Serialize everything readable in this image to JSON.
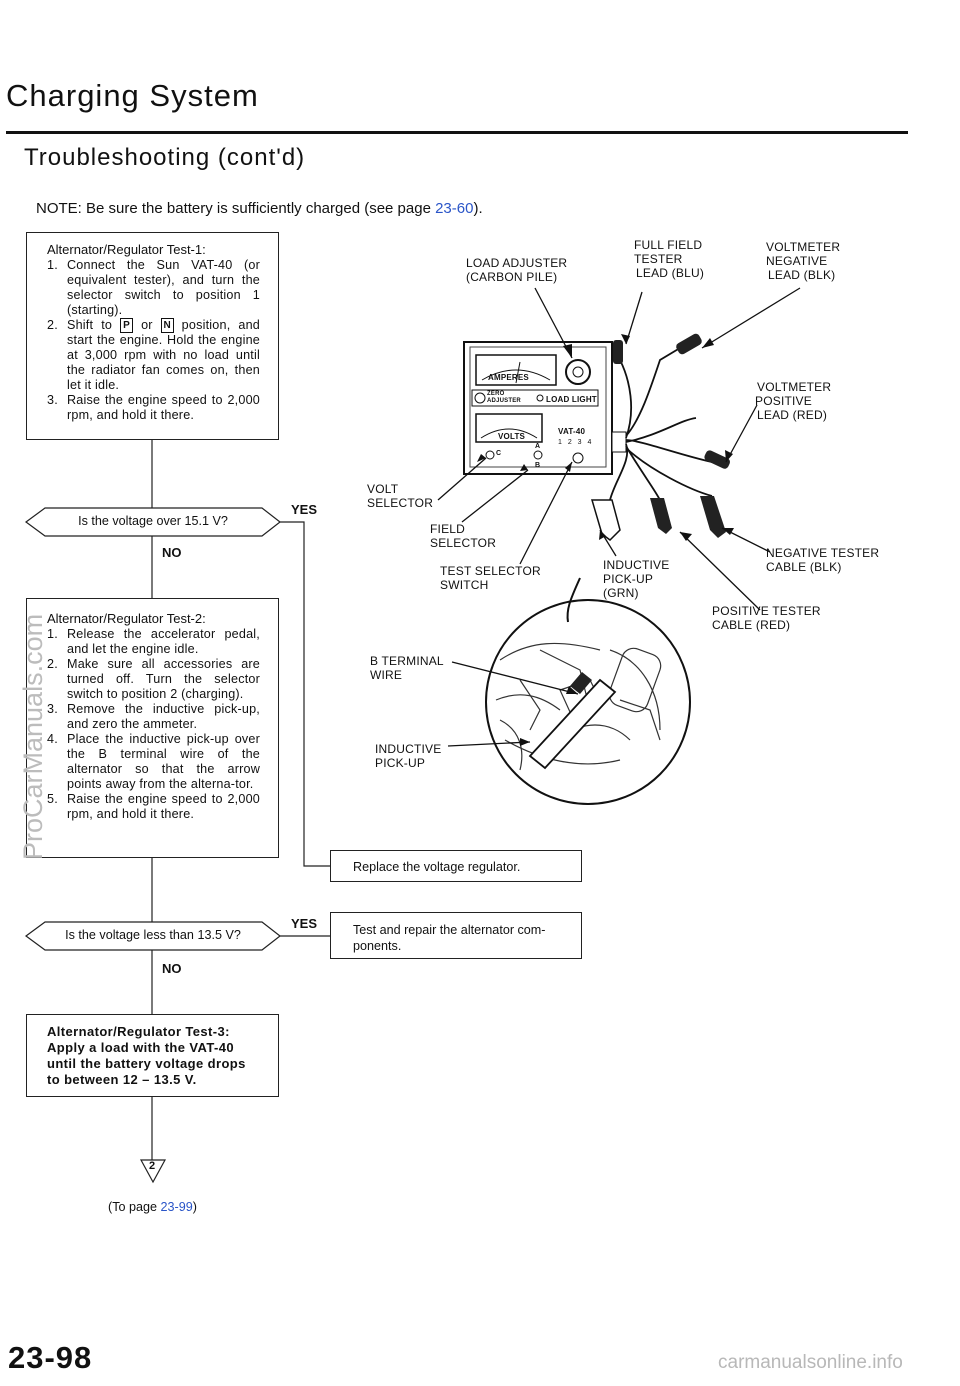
{
  "header": {
    "section_title": "Charging System",
    "subsection_title": "Troubleshooting (cont'd)"
  },
  "note": {
    "prefix": "NOTE:  Be sure the battery is sufficiently charged (see page ",
    "link": "23-60",
    "suffix": ")."
  },
  "test1": {
    "title": "Alternator/Regulator Test-1:",
    "steps": [
      {
        "num": "1.",
        "text": "Connect the Sun VAT-40 (or equivalent tester), and turn the selector switch to position 1 (starting)."
      },
      {
        "num": "2.",
        "text_a": "Shift to ",
        "key_p": "P",
        "text_b": " or ",
        "key_n": "N",
        "text_c": " position, and start the engine. Hold the engine at 3,000 rpm with no load until the radiator fan comes on, then let it idle."
      },
      {
        "num": "3.",
        "text": "Raise the engine speed to 2,000 rpm, and hold it there."
      }
    ]
  },
  "decision1": {
    "question": "Is the voltage over 15.1 V?",
    "yes": "YES",
    "no": "NO"
  },
  "test2": {
    "title": "Alternator/Regulator Test-2:",
    "steps": [
      {
        "num": "1.",
        "text": "Release the accelerator pedal, and let the engine idle."
      },
      {
        "num": "2.",
        "text": "Make sure all accessories are turned off. Turn the selector switch to position 2 (charging)."
      },
      {
        "num": "3.",
        "text": "Remove the inductive pick-up, and zero the ammeter."
      },
      {
        "num": "4.",
        "text": "Place the inductive pick-up over the B terminal wire of the alternator so that the arrow points away from the alterna-tor."
      },
      {
        "num": "5.",
        "text": "Raise the engine speed to 2,000 rpm, and hold it there."
      }
    ]
  },
  "result1": {
    "text": "Replace the voltage regulator."
  },
  "decision2": {
    "question": "Is the voltage less than 13.5 V?",
    "yes": "YES",
    "no": "NO"
  },
  "result2": {
    "text": "Test and repair the alternator com-ponents."
  },
  "test3": {
    "title": "Alternator/Regulator Test-3:",
    "text": "Apply a load with the VAT-40 until the battery voltage drops to between 12 – 13.5 V."
  },
  "connector": {
    "label": "2"
  },
  "footer": {
    "to_page_prefix": "(To page ",
    "to_page_link": "23-99",
    "to_page_suffix": ")",
    "page_number": "23-98"
  },
  "diagram": {
    "labels": {
      "load_adjuster": [
        "LOAD ADJUSTER",
        "(CARBON PILE)"
      ],
      "full_field": [
        "FULL  FIELD",
        "TESTER",
        "LEAD (BLU)"
      ],
      "volt_neg": [
        "VOLTMETER",
        "NEGATIVE",
        "LEAD (BLK)"
      ],
      "volt_pos": [
        "VOLTMETER",
        "POSITIVE",
        "LEAD (RED)"
      ],
      "volt_selector": [
        "VOLT",
        "SELECTOR"
      ],
      "field_selector": [
        "FIELD",
        "SELECTOR"
      ],
      "test_selector": [
        "TEST SELECTOR",
        "SWITCH"
      ],
      "inductive_grn": [
        "INDUCTIVE",
        "PICK-UP",
        "(GRN)"
      ],
      "neg_cable": [
        "NEGATIVE TESTER",
        "CABLE (BLK)"
      ],
      "pos_cable": [
        "POSITIVE TESTER",
        "CABLE (RED)"
      ],
      "b_terminal": [
        "B TERMINAL",
        "WIRE"
      ],
      "inductive": [
        "INDUCTIVE",
        "PICK-UP"
      ]
    },
    "panel": {
      "amperes": "AMPERES",
      "zero_adjuster": "ZERO ADJUSTER",
      "load_light": "LOAD LIGHT",
      "volts": "VOLTS",
      "model": "VAT-40",
      "positions": "1 2 3 4",
      "sel_a": "A",
      "sel_b": "B",
      "sel_c": "C"
    }
  },
  "watermarks": {
    "left": "ProCarManuals.com",
    "bottom": "carmanualsonline.info"
  }
}
